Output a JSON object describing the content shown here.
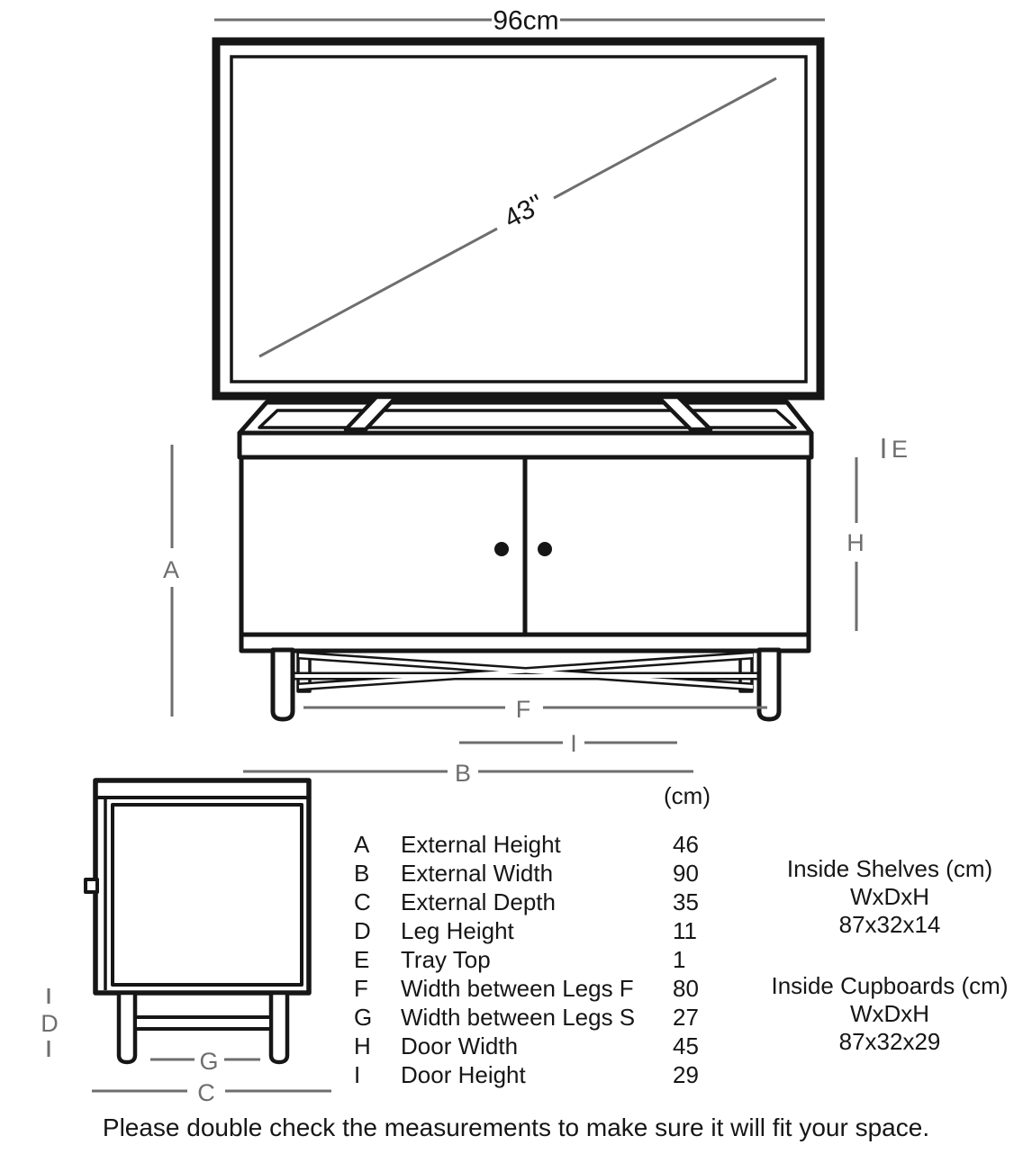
{
  "labels": {
    "tv_width": "96cm",
    "tv_screen": "43''",
    "A": "A",
    "B": "B",
    "C": "C",
    "D": "D",
    "E": "E",
    "F": "F",
    "G": "G",
    "H": "H",
    "I": "I"
  },
  "table": {
    "unit_header": "(cm)",
    "rows": [
      {
        "key": "A",
        "label": "External Height",
        "value": "46"
      },
      {
        "key": "B",
        "label": "External Width",
        "value": "90"
      },
      {
        "key": "C",
        "label": "External Depth",
        "value": "35"
      },
      {
        "key": "D",
        "label": "Leg Height",
        "value": "11"
      },
      {
        "key": "E",
        "label": "Tray Top",
        "value": "1"
      },
      {
        "key": "F",
        "label": "Width between Legs F",
        "value": "80"
      },
      {
        "key": "G",
        "label": "Width between Legs S",
        "value": "27"
      },
      {
        "key": "H",
        "label": "Door Width",
        "value": "45"
      },
      {
        "key": "I",
        "label": "Door Height",
        "value": "29"
      }
    ]
  },
  "inside_shelves": {
    "title": "Inside Shelves (cm)",
    "dims_label": "WxDxH",
    "dims": "87x32x14"
  },
  "inside_cupboards": {
    "title": "Inside Cupboards (cm)",
    "dims_label": "WxDxH",
    "dims": "87x32x29"
  },
  "footer_note": "Please double check the measurements to make sure it will fit your space.",
  "colors": {
    "ink": "#161616",
    "dimension": "#6e6e6e"
  }
}
